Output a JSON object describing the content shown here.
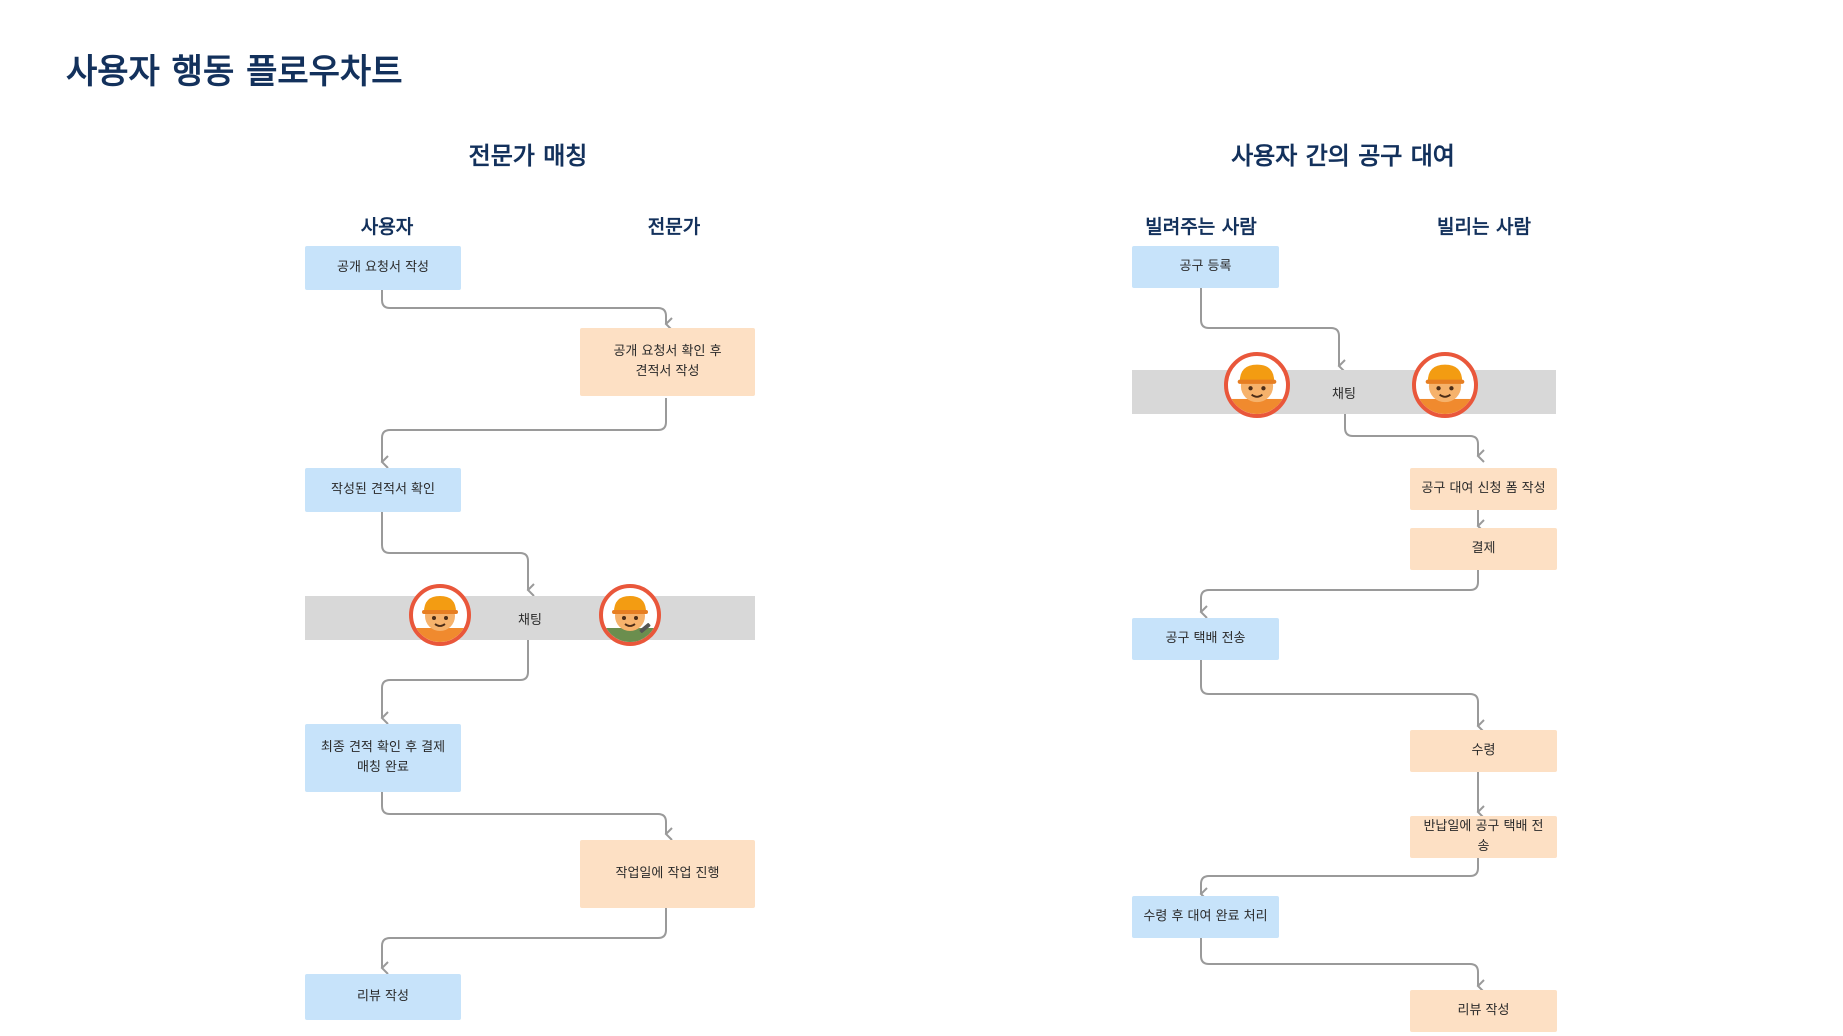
{
  "page_title": "사용자 행동 플로우차트",
  "sections": {
    "expert": {
      "title": "전문가 매칭",
      "lane_user": "사용자",
      "lane_expert": "전문가",
      "steps": {
        "s1": "공개 요청서 작성",
        "s2": "공개 요청서  확인 후\n견적서 작성",
        "s3": "작성된 견적서 확인",
        "chat": "채팅",
        "s4": "최종 견적 확인 후 결제\n매칭 완료",
        "s5": "작업일에 작업 진행",
        "s6": "리뷰 작성"
      }
    },
    "rental": {
      "title": "사용자 간의 공구 대여",
      "lane_lender": "빌려주는 사람",
      "lane_borrower": "빌리는 사람",
      "steps": {
        "r1": "공구 등록",
        "chat": "채팅",
        "r2": "공구  대여 신청 폼 작성",
        "r3": "결제",
        "r4": "공구 택배 전송",
        "r5": "수령",
        "r6": "반납일에 공구 택배 전송",
        "r7": "수령 후 대여 완료 처리",
        "r8": "리뷰 작성"
      }
    }
  },
  "colors": {
    "user_box": "#c7e3fa",
    "partner_box": "#fde0c4",
    "chat_bar": "#d8d8d8",
    "avatar_ring": "#e9573b",
    "connector": "#9a9a9a"
  },
  "icons": [
    "worker-avatar-icon",
    "worker-with-tool-avatar-icon"
  ]
}
